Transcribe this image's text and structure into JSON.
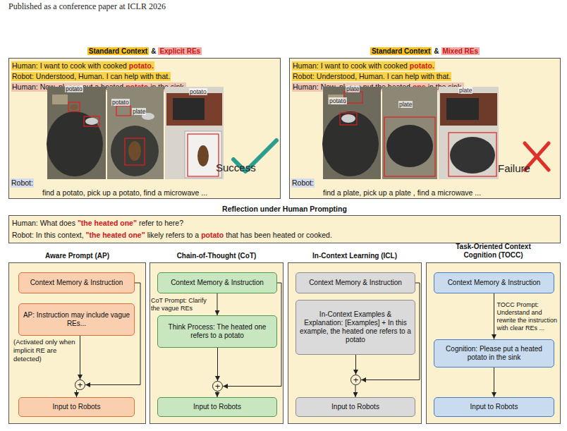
{
  "diagram": {
    "nodes": [
      {
        "text": [
          "Standard Context",
          "&",
          "Explicit REs",
          "Human: I want to cook with cooked",
          "potato.",
          "Robot: Understood, Human. I can help with that.",
          "Human: Now, please put a heated",
          "potato",
          "in the sink.",
          "Robot:",
          "find a potato, pick up a potato, find a microwave ..."
        ]
      },
      {
        "text": [
          "Standard Context",
          "&",
          "Mixed REs",
          "Human: I want to cook with cooked",
          "potato.",
          "Robot: Understood, Human. I can help with that.",
          "Human: Now, please put the heated",
          "one",
          "in the sink.",
          "Robot:",
          "find a plate, pick up a plate , find a microwave ..."
        ]
      },
      {
        "text": [
          "Reflection under Human Prompting",
          "Human: What does",
          "\"the heated one\"",
          "refer to here?",
          "Robot: In this context,",
          "\"the heated one\"",
          "likely refers to a",
          "potato",
          "that has been heated or cooked."
        ]
      },
      {
        "text": [
          "Aware Prompt (AP)",
          "(Activated only when implicit RE are detected)"
        ]
      },
      {
        "text": [
          "Context Memory & Instruction"
        ],
        "in": 3
      },
      {
        "text": [
          "AP: Instruction may include vague REs..."
        ],
        "in": 3
      },
      {
        "text": [
          "+"
        ],
        "in": 3
      },
      {
        "text": [
          "Input to Robots"
        ],
        "in": 3
      },
      {
        "text": [
          "Chain-of-Thought (CoT)"
        ]
      },
      {
        "text": [
          "Context Memory & Instruction"
        ],
        "in": 8
      },
      {
        "text": [
          "Think Process: The heated one refers to a potato"
        ],
        "in": 8
      },
      {
        "text": [
          "+"
        ],
        "in": 8
      },
      {
        "text": [
          "Input to Robots"
        ],
        "in": 8
      },
      {
        "text": [
          "In-Context Learning (ICL)"
        ]
      },
      {
        "text": [
          "Context Memory & Instruction"
        ],
        "in": 13
      },
      {
        "text": [
          "In-Context Examples & Explanation: [Examples] + In this example, the heated one refers to a potato"
        ],
        "in": 13
      },
      {
        "text": [
          "+"
        ],
        "in": 13
      },
      {
        "text": [
          "Input to Robots"
        ],
        "in": 13
      },
      {
        "text": [
          "Task-Oriented Context Cognition (TOCC)"
        ]
      },
      {
        "text": [
          "Context Memory & Instruction"
        ],
        "in": 18
      },
      {
        "text": [
          "Cognition: Please put a heated potato in the sink"
        ],
        "in": 18
      },
      {
        "text": [
          "Input to Robots"
        ],
        "in": 18
      }
    ],
    "edges": [
      {
        "from": 4,
        "to": 6,
        "arrow": "to"
      },
      {
        "from": 5,
        "to": 6,
        "arrow": "to"
      },
      {
        "from": 6,
        "to": 7,
        "arrow": "to"
      },
      {
        "from": 9,
        "to": 10,
        "arrow": "to",
        "label": "CoT Prompt: Clarify the vague REs"
      },
      {
        "from": 9,
        "to": 11,
        "arrow": "to"
      },
      {
        "from": 10,
        "to": 11,
        "arrow": "to"
      },
      {
        "from": 11,
        "to": 12,
        "arrow": "to"
      },
      {
        "from": 14,
        "to": 16,
        "arrow": "to"
      },
      {
        "from": 15,
        "to": 16,
        "arrow": "to"
      },
      {
        "from": 16,
        "to": 17,
        "arrow": "to"
      },
      {
        "from": 19,
        "to": 20,
        "arrow": "to",
        "label": "TOCC Prompt: Understand and rewrite the instruction with clear REs ..."
      },
      {
        "from": 20,
        "to": 21,
        "arrow": "to"
      }
    ],
    "labels": [
      "Published as a conference paper at ICLR 2026",
      "potato",
      "potato",
      "plate",
      "potato",
      "Success",
      "potato",
      "plate",
      "plate",
      "plate",
      "Failure"
    ]
  }
}
